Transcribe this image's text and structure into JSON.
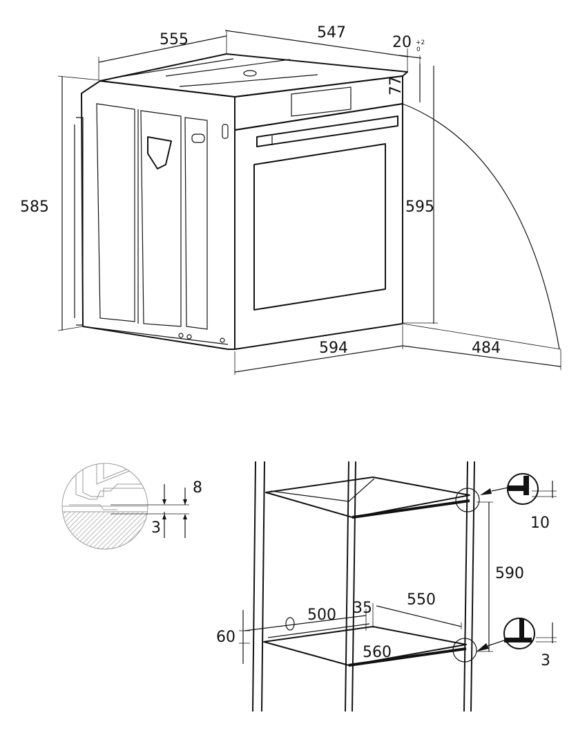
{
  "oven_view": {
    "dims": {
      "depth_body": "555",
      "depth_total": "547",
      "front_offset": "20",
      "front_offset_tol_upper": "+2",
      "front_offset_tol_lower": "0",
      "panel_height": "77",
      "body_height": "585",
      "front_height": "595",
      "front_width": "594",
      "door_swing": "484"
    }
  },
  "detail_view": {
    "dims": {
      "gap_upper": "8",
      "gap_lower": "3"
    }
  },
  "niche_view": {
    "dims": {
      "top_clearance": "10",
      "niche_height": "590",
      "depth": "550",
      "rear_offset": "35",
      "back_opening": "500",
      "rear_height": "60",
      "width": "560",
      "bottom_clearance": "3"
    }
  }
}
